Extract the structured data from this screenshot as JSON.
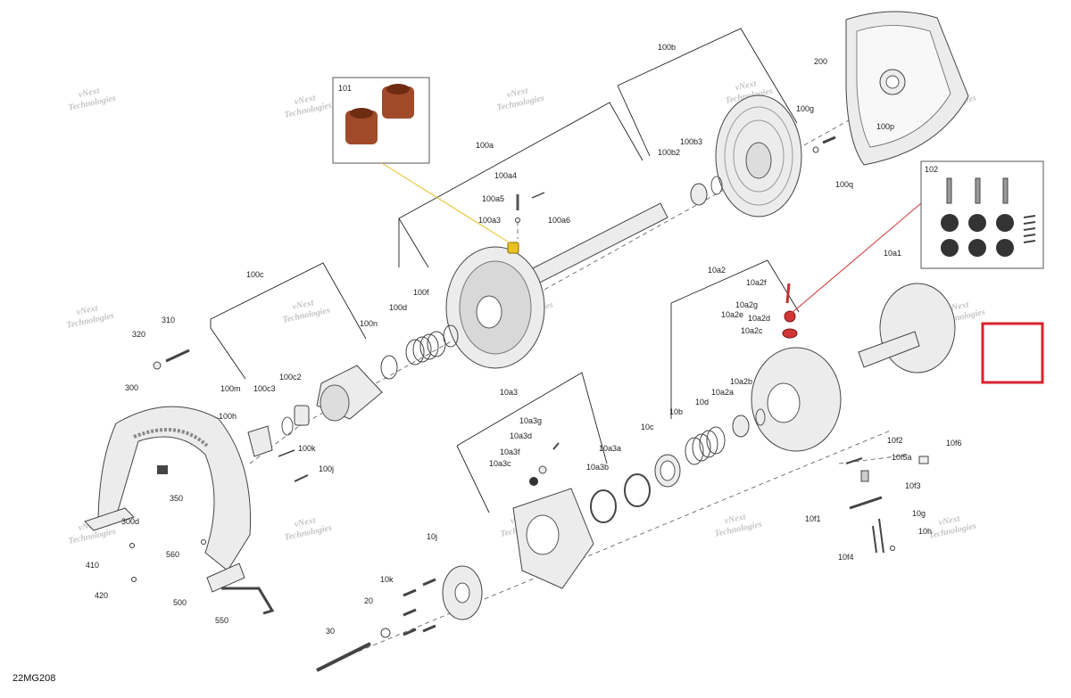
{
  "diagram_ref": "22MG208",
  "watermark": {
    "line1": "vNext",
    "line2": "Technologies"
  },
  "highlight_box": {
    "color": "#d9232e"
  },
  "insets": {
    "inset_101": {
      "label": "101",
      "bushing_color": "#a04a2a"
    },
    "inset_102": {
      "label": "102"
    }
  },
  "labels": [
    "100b",
    "200",
    "100g",
    "100p",
    "100q",
    "100b3",
    "100b2",
    "100a",
    "100a4",
    "100a5",
    "100a6",
    "100a3",
    "102",
    "10a1",
    "10a2",
    "10a2f",
    "10a2g",
    "10a2d",
    "10a2e",
    "10a2c",
    "10a2b",
    "10a2a",
    "100c",
    "310",
    "320",
    "100f",
    "100d",
    "100n",
    "100c2",
    "100m",
    "100c3",
    "100h",
    "100k",
    "100j",
    "300",
    "350",
    "300d",
    "410",
    "420",
    "560",
    "500",
    "550",
    "10a3",
    "10a3g",
    "10a3d",
    "10a3f",
    "10a3c",
    "10a3b",
    "10a3a",
    "10c",
    "10b",
    "10d",
    "10f2",
    "10f6",
    "10f5a",
    "10f3",
    "10f1",
    "10g",
    "10h",
    "10f4",
    "10j",
    "10k",
    "20",
    "30"
  ]
}
